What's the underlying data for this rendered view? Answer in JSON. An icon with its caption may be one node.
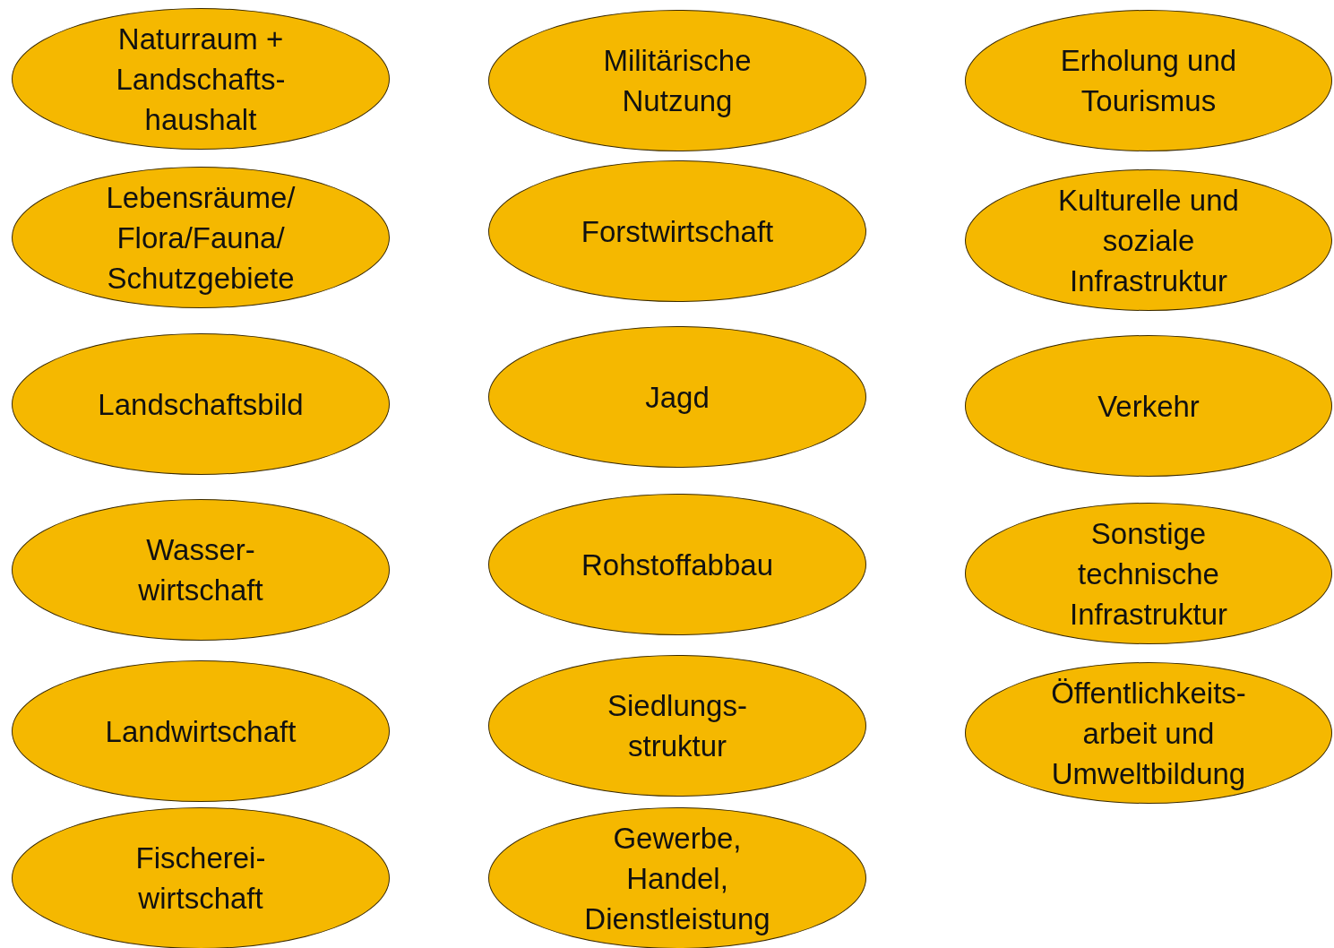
{
  "diagram": {
    "nodes": [
      {
        "text": [
          "Naturraum + Landschafts- haushalt"
        ]
      },
      {
        "text": [
          "Lebensräume/ Flora/Fauna/ Schutzgebiete"
        ]
      },
      {
        "text": [
          "Landschaftsbild"
        ]
      },
      {
        "text": [
          "Wasser- wirtschaft"
        ]
      },
      {
        "text": [
          "Landwirtschaft"
        ]
      },
      {
        "text": [
          "Fischerei- wirtschaft"
        ]
      },
      {
        "text": [
          "Militärische Nutzung"
        ]
      },
      {
        "text": [
          "Forstwirtschaft"
        ]
      },
      {
        "text": [
          "Jagd"
        ]
      },
      {
        "text": [
          "Rohstoffabbau"
        ]
      },
      {
        "text": [
          "Siedlungs- struktur"
        ]
      },
      {
        "text": [
          "Gewerbe, Handel, Dienstleistung"
        ]
      },
      {
        "text": [
          "Erholung und Tourismus"
        ]
      },
      {
        "text": [
          "Kulturelle und soziale Infrastruktur"
        ]
      },
      {
        "text": [
          "Verkehr"
        ]
      },
      {
        "text": [
          "Sonstige technische Infrastruktur"
        ]
      },
      {
        "text": [
          "Öffentlichkeits- arbeit und Umweltbildung"
        ]
      }
    ]
  }
}
